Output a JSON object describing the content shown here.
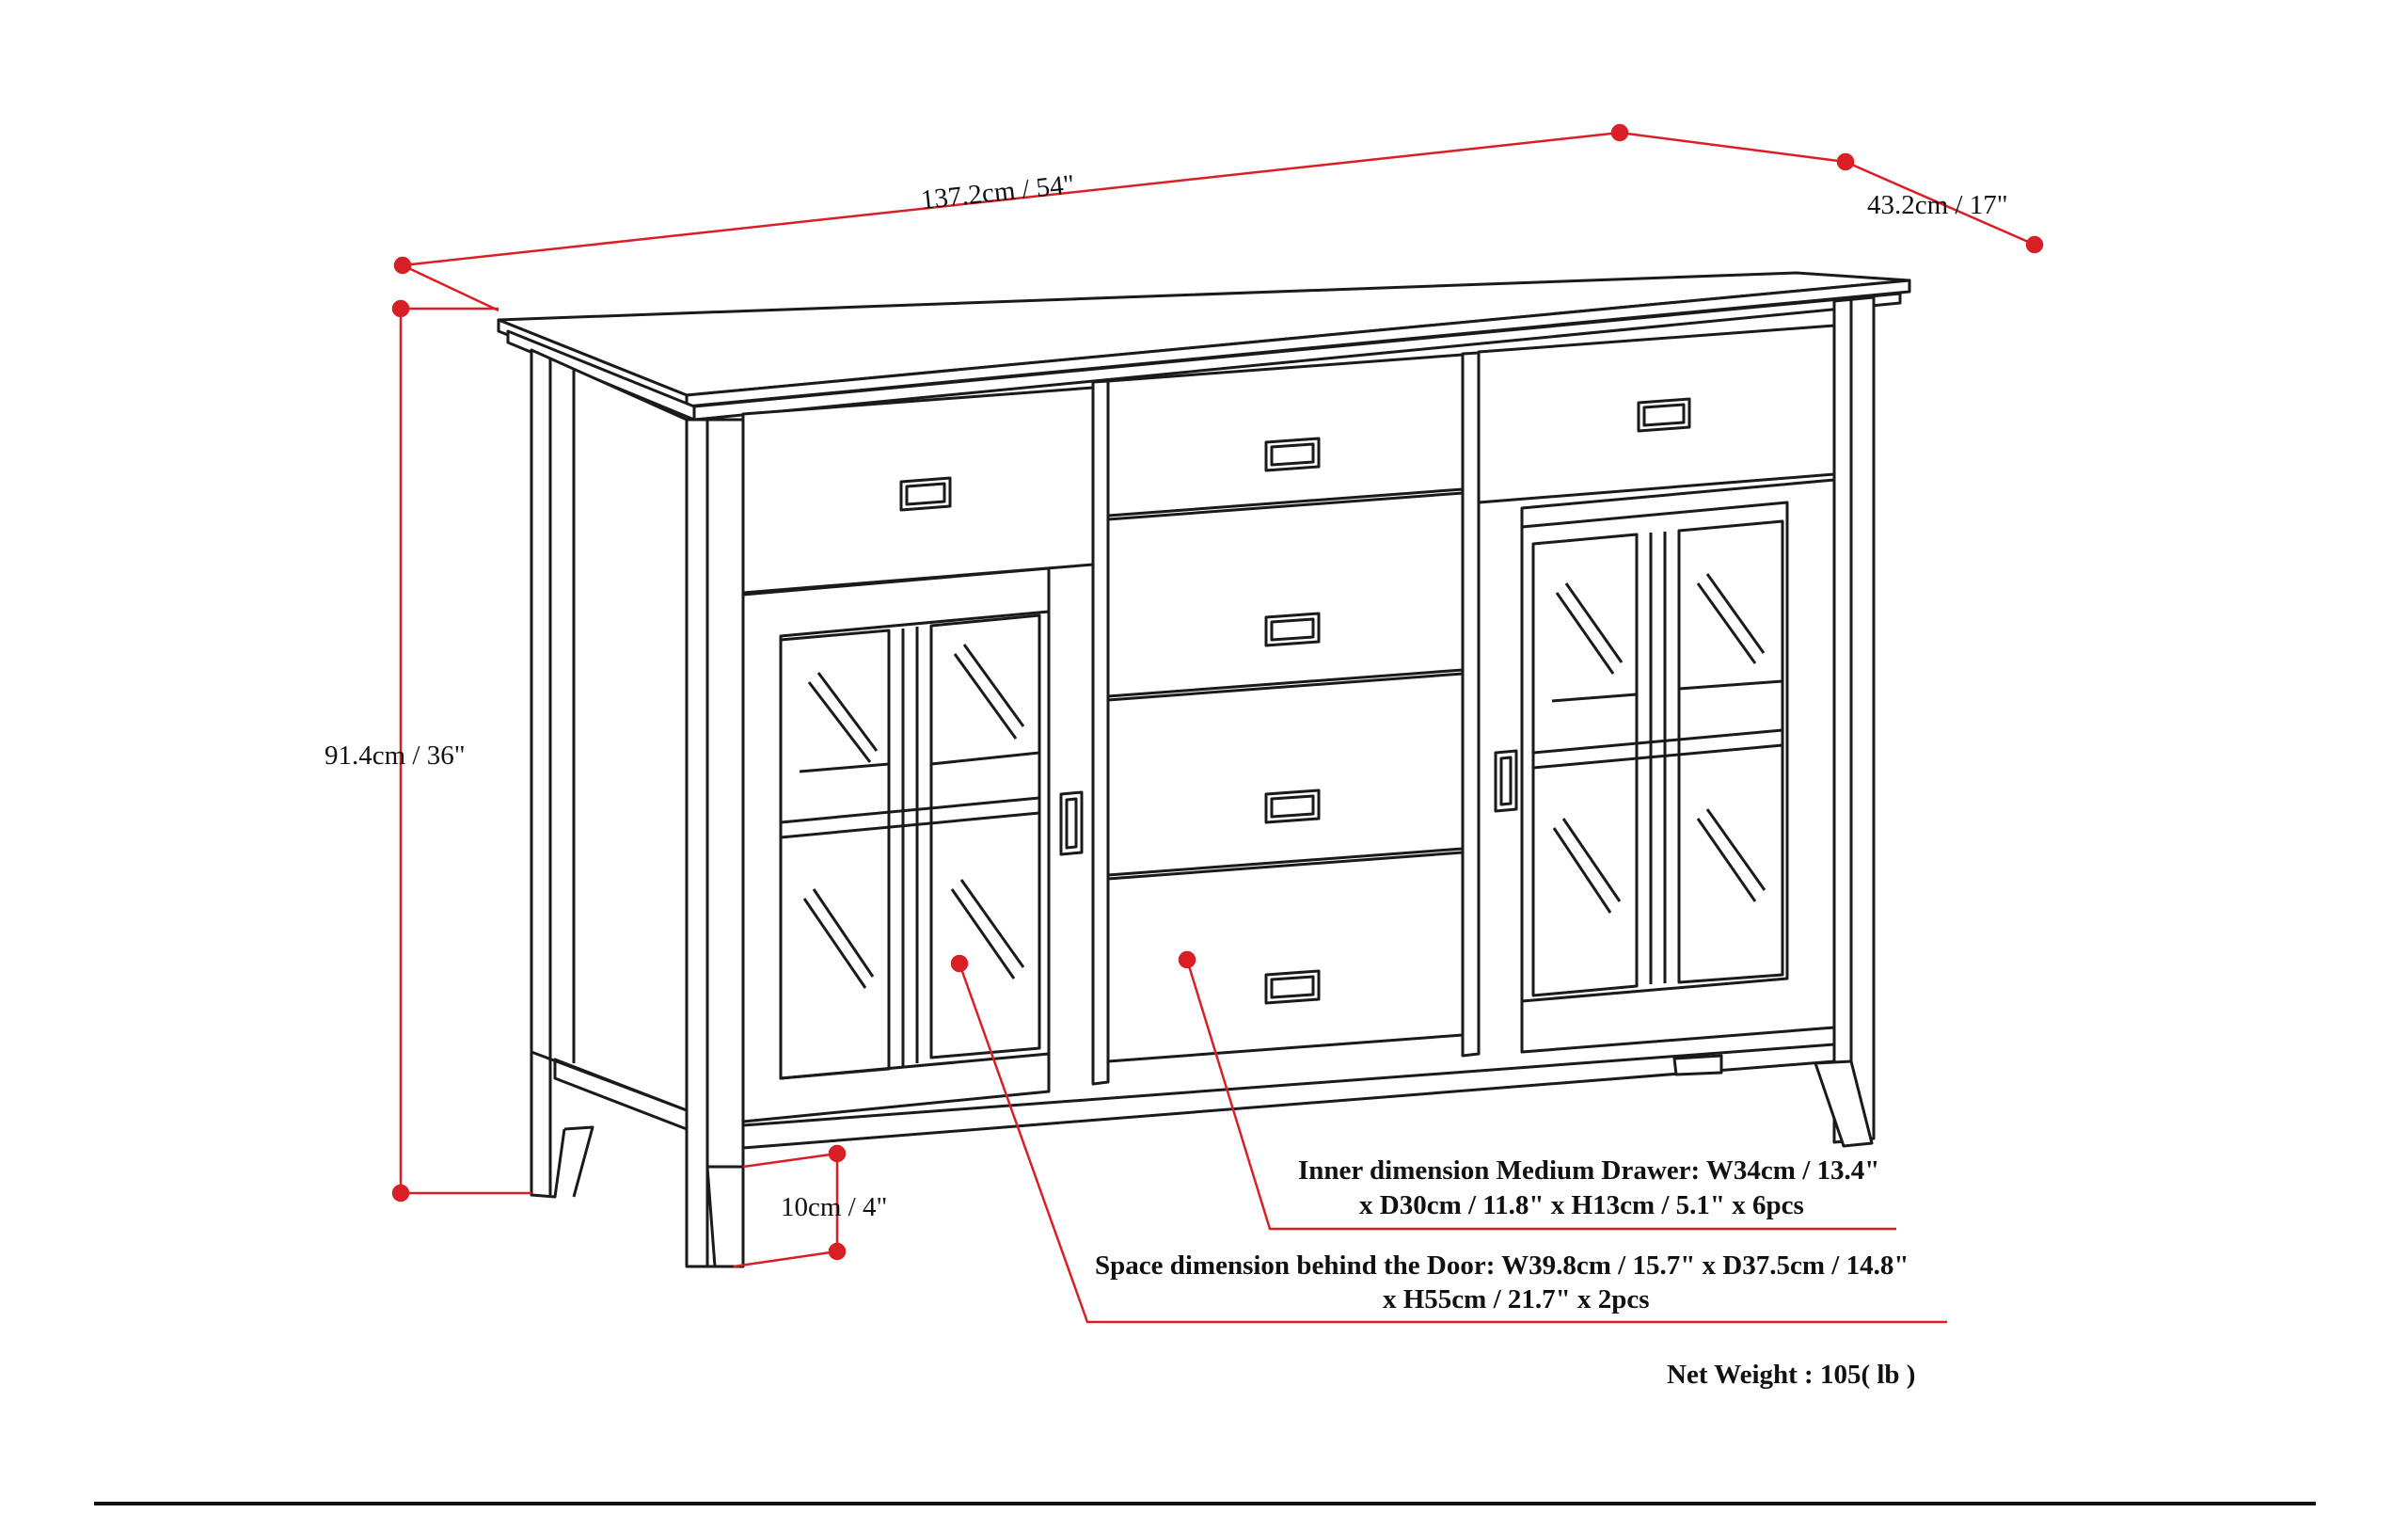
{
  "dimensions": {
    "width_label": "137.2cm / 54\"",
    "depth_label": "43.2cm / 17\"",
    "height_label": "91.4cm / 36\"",
    "leg_label": "10cm / 4\""
  },
  "notes": {
    "drawer_line1": "Inner dimension Medium Drawer: W34cm / 13.4\"",
    "drawer_line2": "x D30cm / 11.8\" x H13cm / 5.1\" x 6pcs",
    "door_line1": "Space dimension behind the Door:  W39.8cm / 15.7\" x D37.5cm / 14.8\"",
    "door_line2": "x H55cm / 21.7\" x 2pcs",
    "weight": "Net Weight : 105( lb )"
  },
  "colors": {
    "dimension": "#d91f26",
    "outline": "#1a1a1a"
  }
}
